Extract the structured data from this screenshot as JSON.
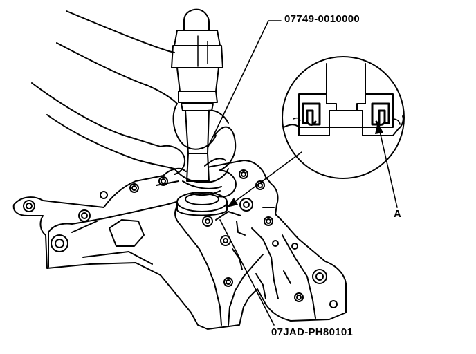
{
  "callouts": {
    "driver_tool": "07749-0010000",
    "attachment_tool": "07JAD-PH80101",
    "detail_marker": "A"
  },
  "colors": {
    "ink": "#000000",
    "paper": "#ffffff"
  }
}
